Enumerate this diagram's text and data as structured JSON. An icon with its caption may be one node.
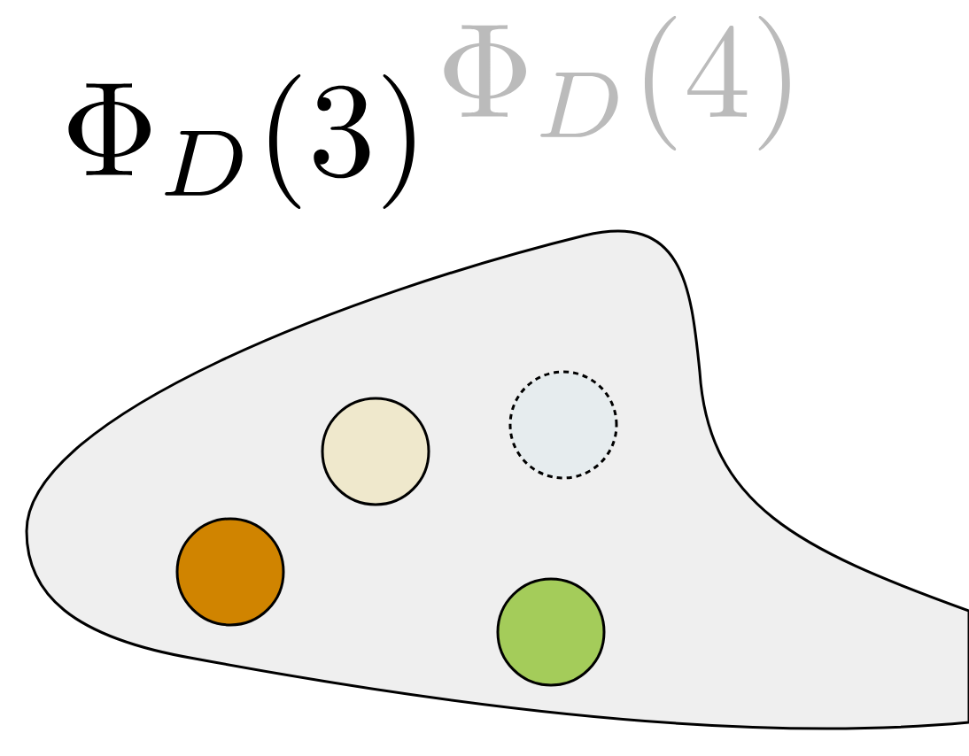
{
  "diagram": {
    "nodes": [
      {
        "text": [],
        "shape": "blob"
      },
      {
        "text": [],
        "shape": "circle",
        "in": 0
      },
      {
        "text": [],
        "shape": "circle",
        "in": 0
      },
      {
        "text": [],
        "shape": "circle",
        "in": 0
      },
      {
        "text": [],
        "shape": "circle",
        "in": 0
      }
    ],
    "labels": [
      "\\Phi_D(3)",
      "\\Phi_D(4)"
    ]
  }
}
